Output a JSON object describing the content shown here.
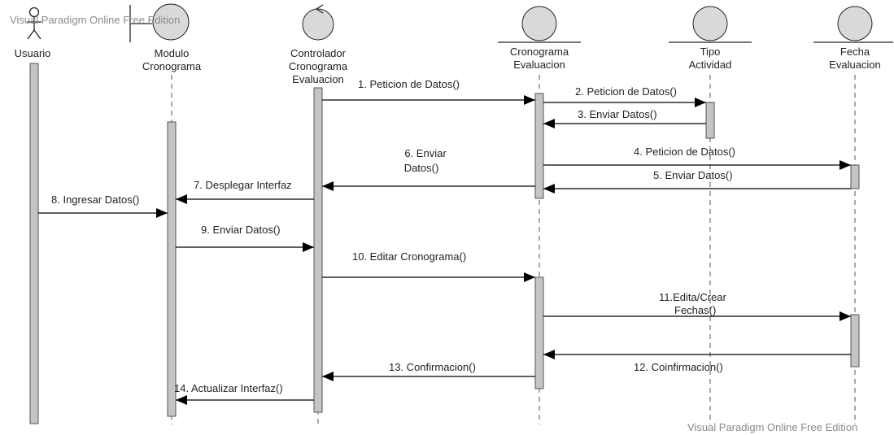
{
  "watermark": "Visual Paradigm Online Free Edition",
  "participants": [
    {
      "id": "usuario",
      "type": "actor",
      "name_lines": [
        "Usuario"
      ]
    },
    {
      "id": "modulo",
      "type": "boundary",
      "name_lines": [
        "Modulo",
        "Cronograma"
      ]
    },
    {
      "id": "controlador",
      "type": "control",
      "name_lines": [
        "Controlador",
        "Cronograma",
        "Evaluacion"
      ]
    },
    {
      "id": "cronograma",
      "type": "entity",
      "name_lines": [
        "Cronograma",
        "Evaluacion"
      ]
    },
    {
      "id": "tipo",
      "type": "entity",
      "name_lines": [
        "Tipo",
        "Actividad"
      ]
    },
    {
      "id": "fecha",
      "type": "entity",
      "name_lines": [
        "Fecha",
        "Evaluacion"
      ]
    }
  ],
  "messages": [
    {
      "n": 1,
      "from": "controlador",
      "to": "cronograma",
      "lines": [
        "1. Peticion de Datos()"
      ]
    },
    {
      "n": 2,
      "from": "cronograma",
      "to": "tipo",
      "lines": [
        "2. Peticion de Datos()"
      ]
    },
    {
      "n": 3,
      "from": "tipo",
      "to": "cronograma",
      "lines": [
        "3. Enviar Datos()"
      ]
    },
    {
      "n": 4,
      "from": "cronograma",
      "to": "fecha",
      "lines": [
        "4. Peticion de Datos()"
      ]
    },
    {
      "n": 5,
      "from": "fecha",
      "to": "cronograma",
      "lines": [
        "5. Enviar Datos()"
      ]
    },
    {
      "n": 6,
      "from": "cronograma",
      "to": "controlador",
      "lines": [
        "6. Enviar",
        "Datos()"
      ]
    },
    {
      "n": 7,
      "from": "controlador",
      "to": "modulo",
      "lines": [
        "7. Desplegar Interfaz"
      ]
    },
    {
      "n": 8,
      "from": "usuario",
      "to": "modulo",
      "lines": [
        "8. Ingresar Datos()"
      ]
    },
    {
      "n": 9,
      "from": "modulo",
      "to": "controlador",
      "lines": [
        "9. Enviar Datos()"
      ]
    },
    {
      "n": 10,
      "from": "controlador",
      "to": "cronograma",
      "lines": [
        "10. Editar Cronograma()"
      ]
    },
    {
      "n": 11,
      "from": "cronograma",
      "to": "fecha",
      "lines": [
        "11.Edita/Crear",
        "Fechas()"
      ]
    },
    {
      "n": 12,
      "from": "fecha",
      "to": "cronograma",
      "lines": [
        "12. Coinfirmacion()"
      ]
    },
    {
      "n": 13,
      "from": "cronograma",
      "to": "controlador",
      "lines": [
        "13. Confirmacion()"
      ]
    },
    {
      "n": 14,
      "from": "controlador",
      "to": "modulo",
      "lines": [
        "14. Actualizar Interfaz()"
      ]
    }
  ],
  "colors": {
    "activation_fill": "#c4c4c4",
    "participant_fill": "#d9d9d9",
    "line": "#000000",
    "lifeline": "#555555",
    "watermark": "#8a8a8a"
  }
}
